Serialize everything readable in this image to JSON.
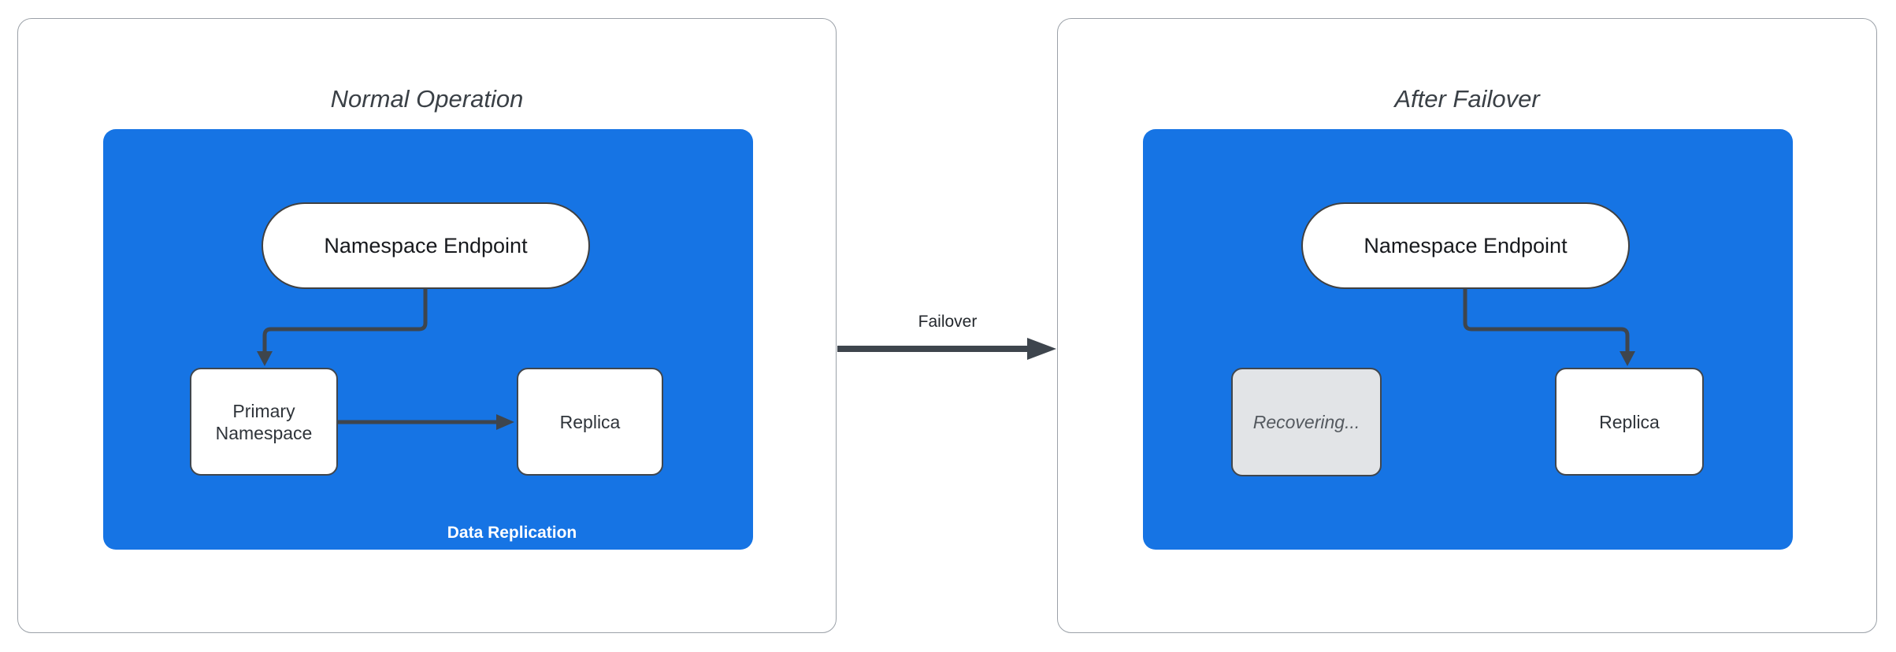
{
  "colors": {
    "blue": "#1674E4",
    "connector": "#3E454D",
    "node_border": "#40464D",
    "panel_border": "#9BA1A8",
    "title_ink": "#3A4046",
    "node_ink": "#2F343A",
    "muted_fill": "#E2E4E7",
    "muted_ink": "#54595F",
    "edge_ink": "#FFFFFF",
    "page_bg": "#FFFFFF"
  },
  "panels": [
    {
      "title": "Normal Operation",
      "endpoint": "Namespace Endpoint",
      "nodes": [
        {
          "label": "Primary Namespace"
        },
        {
          "label": "Replica"
        }
      ],
      "edge_label": "Data Replication"
    },
    {
      "title": "After Failover",
      "endpoint": "Namespace Endpoint",
      "nodes": [
        {
          "label": "Recovering..."
        },
        {
          "label": "Replica"
        }
      ]
    }
  ],
  "transition": {
    "label": "Failover"
  }
}
